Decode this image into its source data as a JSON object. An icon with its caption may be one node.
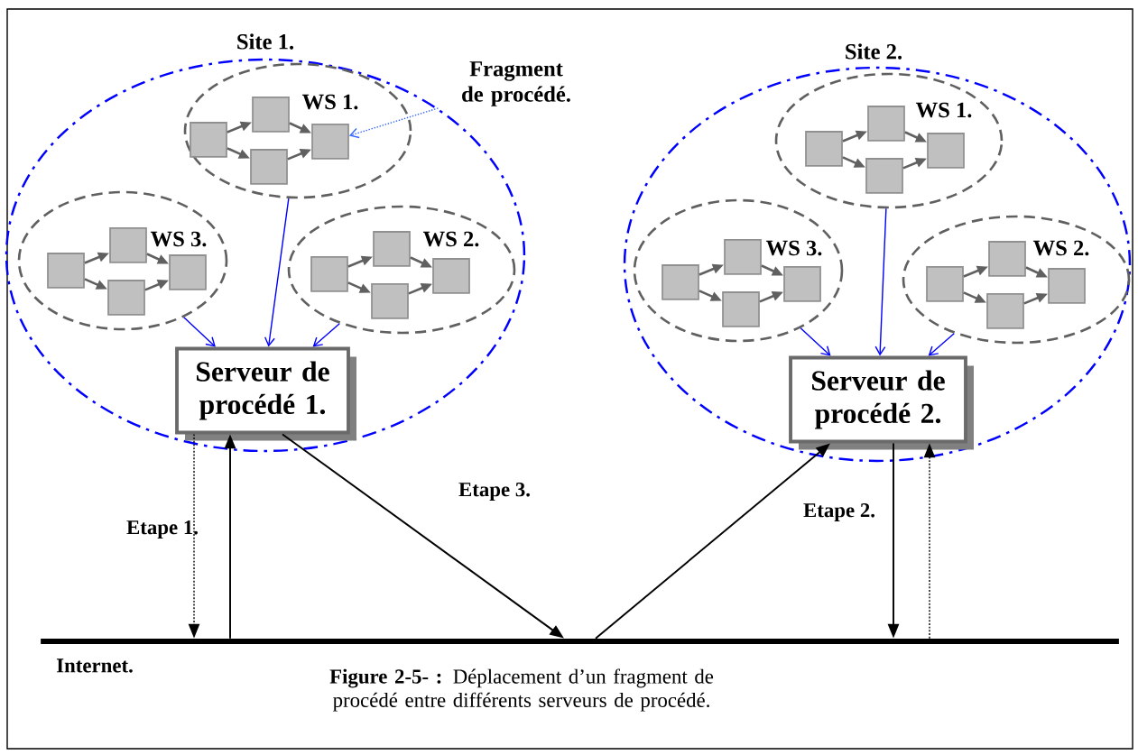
{
  "diagram": {
    "caption": "**Figure 2-5- :** Déplacement d’un fragment de procédé entre différents serveurs de procédé.",
    "nodes": [
      {
        "text": [
          "Site 1."
        ]
      },
      {
        "text": [
          "WS 1."
        ],
        "in": 0
      },
      {
        "text": [],
        "shape": "box",
        "in": 1
      },
      {
        "text": [],
        "shape": "box",
        "in": 1
      },
      {
        "text": [],
        "shape": "box",
        "in": 1
      },
      {
        "text": [],
        "shape": "box",
        "in": 1
      },
      {
        "text": [
          "WS 2."
        ],
        "in": 0
      },
      {
        "text": [],
        "shape": "box",
        "in": 6
      },
      {
        "text": [],
        "shape": "box",
        "in": 6
      },
      {
        "text": [],
        "shape": "box",
        "in": 6
      },
      {
        "text": [],
        "shape": "box",
        "in": 6
      },
      {
        "text": [
          "WS 3."
        ],
        "in": 0
      },
      {
        "text": [],
        "shape": "box",
        "in": 11
      },
      {
        "text": [],
        "shape": "box",
        "in": 11
      },
      {
        "text": [],
        "shape": "box",
        "in": 11
      },
      {
        "text": [],
        "shape": "box",
        "in": 11
      },
      {
        "text": [
          "Serveur de procédé 1."
        ],
        "in": 0
      },
      {
        "text": [
          "Site 2."
        ]
      },
      {
        "text": [
          "WS 1."
        ],
        "in": 17
      },
      {
        "text": [],
        "shape": "box",
        "in": 18
      },
      {
        "text": [],
        "shape": "box",
        "in": 18
      },
      {
        "text": [],
        "shape": "box",
        "in": 18
      },
      {
        "text": [],
        "shape": "box",
        "in": 18
      },
      {
        "text": [
          "WS 2."
        ],
        "in": 17
      },
      {
        "text": [],
        "shape": "box",
        "in": 23
      },
      {
        "text": [],
        "shape": "box",
        "in": 23
      },
      {
        "text": [],
        "shape": "box",
        "in": 23
      },
      {
        "text": [],
        "shape": "box",
        "in": 23
      },
      {
        "text": [
          "WS 3."
        ],
        "in": 17
      },
      {
        "text": [],
        "shape": "box",
        "in": 28
      },
      {
        "text": [],
        "shape": "box",
        "in": 28
      },
      {
        "text": [],
        "shape": "box",
        "in": 28
      },
      {
        "text": [],
        "shape": "box",
        "in": 28
      },
      {
        "text": [
          "Serveur de procédé 2."
        ],
        "in": 17
      },
      {
        "text": [
          "Internet."
        ]
      },
      {
        "text": [
          "Fragment de procédé."
        ]
      }
    ],
    "edges": [
      {
        "from": 2,
        "to": 3,
        "arrow": "to"
      },
      {
        "from": 2,
        "to": 4,
        "arrow": "to"
      },
      {
        "from": 3,
        "to": 5,
        "arrow": "to"
      },
      {
        "from": 4,
        "to": 5,
        "arrow": "to"
      },
      {
        "from": 7,
        "to": 8,
        "arrow": "to"
      },
      {
        "from": 7,
        "to": 9,
        "arrow": "to"
      },
      {
        "from": 8,
        "to": 10,
        "arrow": "to"
      },
      {
        "from": 9,
        "to": 10,
        "arrow": "to"
      },
      {
        "from": 12,
        "to": 13,
        "arrow": "to"
      },
      {
        "from": 12,
        "to": 14,
        "arrow": "to"
      },
      {
        "from": 13,
        "to": 15,
        "arrow": "to"
      },
      {
        "from": 14,
        "to": 15,
        "arrow": "to"
      },
      {
        "from": 19,
        "to": 20,
        "arrow": "to"
      },
      {
        "from": 19,
        "to": 21,
        "arrow": "to"
      },
      {
        "from": 20,
        "to": 22,
        "arrow": "to"
      },
      {
        "from": 21,
        "to": 22,
        "arrow": "to"
      },
      {
        "from": 24,
        "to": 25,
        "arrow": "to"
      },
      {
        "from": 24,
        "to": 26,
        "arrow": "to"
      },
      {
        "from": 25,
        "to": 27,
        "arrow": "to"
      },
      {
        "from": 26,
        "to": 27,
        "arrow": "to"
      },
      {
        "from": 29,
        "to": 30,
        "arrow": "to"
      },
      {
        "from": 29,
        "to": 31,
        "arrow": "to"
      },
      {
        "from": 30,
        "to": 32,
        "arrow": "to"
      },
      {
        "from": 31,
        "to": 32,
        "arrow": "to"
      },
      {
        "from": 1,
        "to": 16,
        "arrow": "to",
        "color": "#0000ff"
      },
      {
        "from": 6,
        "to": 16,
        "arrow": "to",
        "color": "#0000ff"
      },
      {
        "from": 11,
        "to": 16,
        "arrow": "to",
        "color": "#0000ff"
      },
      {
        "from": 18,
        "to": 33,
        "arrow": "to",
        "color": "#0000ff"
      },
      {
        "from": 23,
        "to": 33,
        "arrow": "to",
        "color": "#0000ff"
      },
      {
        "from": 28,
        "to": 33,
        "arrow": "to",
        "color": "#0000ff"
      },
      {
        "from": 35,
        "to": 5,
        "arrow": "to",
        "style": "dashed",
        "color": "#3366ff"
      },
      {
        "from": 16,
        "to": 34,
        "arrow": "to",
        "style": "dashed",
        "color": "#000000"
      },
      {
        "from": 34,
        "to": 16,
        "arrow": "to",
        "color": "#000000"
      },
      {
        "from": 16,
        "to": 34,
        "arrow": "to",
        "color": "#000000"
      },
      {
        "from": 34,
        "to": 33,
        "arrow": "to",
        "color": "#000000"
      },
      {
        "from": 33,
        "to": 34,
        "arrow": "to",
        "color": "#000000"
      },
      {
        "from": 34,
        "to": 33,
        "arrow": "to",
        "style": "dashed",
        "color": "#000000"
      }
    ],
    "labels": [
      "Etape 1.",
      "Etape 3.",
      "Etape 2."
    ]
  }
}
